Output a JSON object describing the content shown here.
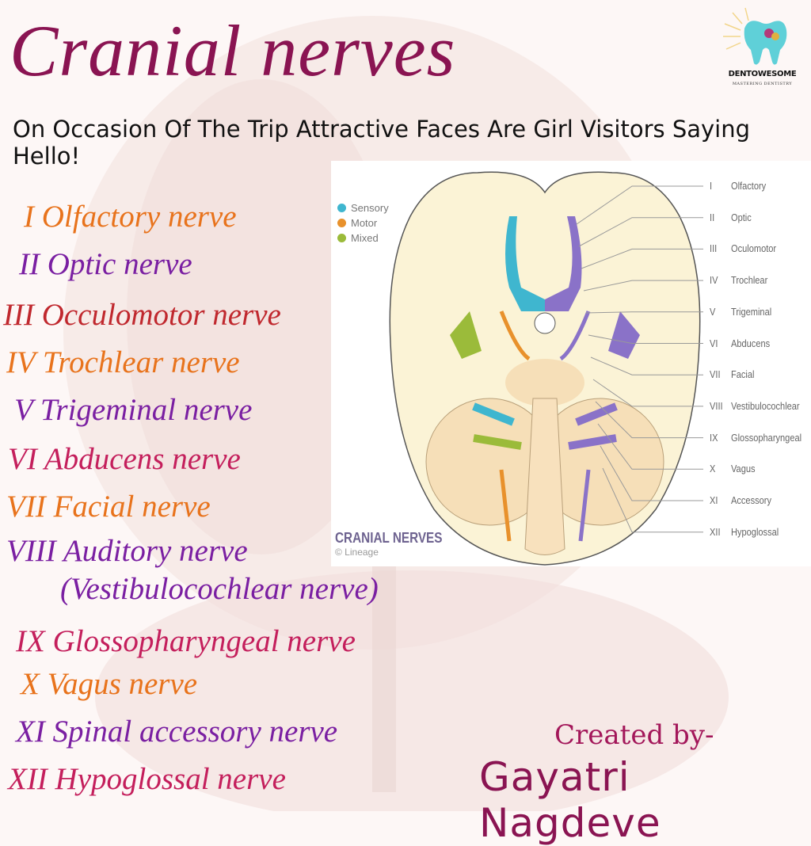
{
  "title": "Cranial nerves",
  "mnemonic": "On Occasion Of The Trip Attractive Faces Are Girl Visitors Saying Hello!",
  "logo": {
    "name": "DENTOWESOME",
    "tagline": "MASTERING DENTISTRY"
  },
  "colors": {
    "title": "#8a1452",
    "orange": "#e8731c",
    "purple": "#7a1fa2",
    "red": "#c0282e",
    "magenta": "#c41f5c",
    "sensory": "#3fb6cf",
    "motor": "#e8912c",
    "mixed": "#9bbb3a",
    "nerve_purple": "#8a72c8"
  },
  "nerves": [
    {
      "label": "I Olfactory nerve",
      "color": "#e8731c"
    },
    {
      "label": "II Optic nerve",
      "color": "#7a1fa2"
    },
    {
      "label": "III Occulomotor nerve",
      "color": "#c0282e"
    },
    {
      "label": "IV Trochlear nerve",
      "color": "#e8731c"
    },
    {
      "label": "V Trigeminal nerve",
      "color": "#7a1fa2"
    },
    {
      "label": "VI Abducens nerve",
      "color": "#c41f5c"
    },
    {
      "label": "VII Facial nerve",
      "color": "#e8731c"
    },
    {
      "label": "VIII Auditory nerve",
      "color": "#7a1fa2"
    },
    {
      "label": "(Vestibulocochlear nerve)",
      "color": "#7a1fa2"
    },
    {
      "label": "IX Glossopharyngeal nerve",
      "color": "#c41f5c"
    },
    {
      "label": "X Vagus nerve",
      "color": "#e8731c"
    },
    {
      "label": "XI Spinal accessory nerve",
      "color": "#7a1fa2"
    },
    {
      "label": "XII Hypoglossal nerve",
      "color": "#c41f5c"
    }
  ],
  "diagram": {
    "title": "CRANIAL NERVES",
    "credit": "© Lineage",
    "legend": [
      {
        "label": "Sensory",
        "color": "#3fb6cf"
      },
      {
        "label": "Motor",
        "color": "#e8912c"
      },
      {
        "label": "Mixed",
        "color": "#9bbb3a"
      }
    ],
    "labels": [
      {
        "num": "I",
        "name": "Olfactory"
      },
      {
        "num": "II",
        "name": "Optic"
      },
      {
        "num": "III",
        "name": "Oculomotor"
      },
      {
        "num": "IV",
        "name": "Trochlear"
      },
      {
        "num": "V",
        "name": "Trigeminal"
      },
      {
        "num": "VI",
        "name": "Abducens"
      },
      {
        "num": "VII",
        "name": "Facial"
      },
      {
        "num": "VIII",
        "name": "Vestibulocochlear"
      },
      {
        "num": "IX",
        "name": "Glossopharyngeal"
      },
      {
        "num": "X",
        "name": "Vagus"
      },
      {
        "num": "XI",
        "name": "Accessory"
      },
      {
        "num": "XII",
        "name": "Hypoglossal"
      }
    ]
  },
  "credits": {
    "created_by": "Created by-",
    "author": "Gayatri Nagdeve"
  }
}
